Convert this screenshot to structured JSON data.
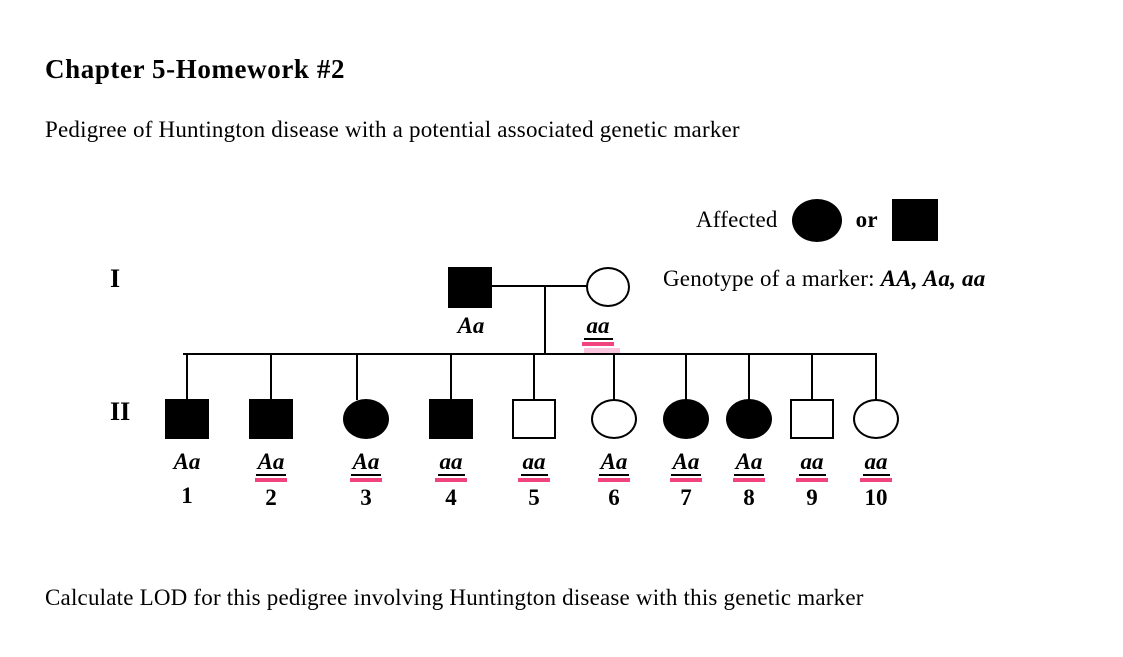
{
  "title": "Chapter 5-Homework #2",
  "subtitle": "Pedigree of Huntington disease with a potential associated genetic marker",
  "question": "Calculate LOD for this pedigree involving Huntington disease with this genetic marker",
  "legend": {
    "affected_label": "Affected",
    "or_label": "or",
    "genotype_label": "Genotype of a marker:",
    "genotype_values": "AA, Aa, aa"
  },
  "colors": {
    "marker_underline_pink": "#f0437f",
    "marker_underline_light_pink": "#fbc5e0",
    "symbol_fill": "#000000"
  },
  "pedigree": {
    "generation_1_label": "I",
    "generation_2_label": "II",
    "parents": {
      "father": {
        "genotype": "Aa",
        "sex": "male",
        "affected": true,
        "marker_underlined": false
      },
      "mother": {
        "genotype": "aa",
        "sex": "female",
        "affected": false,
        "marker_underlined": true
      }
    },
    "children": [
      {
        "number": "1",
        "genotype": "Aa",
        "sex": "male",
        "affected": true,
        "marker_underlined": false
      },
      {
        "number": "2",
        "genotype": "Aa",
        "sex": "male",
        "affected": true,
        "marker_underlined": true
      },
      {
        "number": "3",
        "genotype": "Aa",
        "sex": "female",
        "affected": true,
        "marker_underlined": true
      },
      {
        "number": "4",
        "genotype": "aa",
        "sex": "male",
        "affected": true,
        "marker_underlined": true
      },
      {
        "number": "5",
        "genotype": "aa",
        "sex": "male",
        "affected": false,
        "marker_underlined": true
      },
      {
        "number": "6",
        "genotype": "Aa",
        "sex": "female",
        "affected": false,
        "marker_underlined": true
      },
      {
        "number": "7",
        "genotype": "Aa",
        "sex": "female",
        "affected": true,
        "marker_underlined": true
      },
      {
        "number": "8",
        "genotype": "Aa",
        "sex": "female",
        "affected": true,
        "marker_underlined": true
      },
      {
        "number": "9",
        "genotype": "aa",
        "sex": "male",
        "affected": false,
        "marker_underlined": true
      },
      {
        "number": "10",
        "genotype": "aa",
        "sex": "female",
        "affected": false,
        "marker_underlined": true
      }
    ]
  }
}
